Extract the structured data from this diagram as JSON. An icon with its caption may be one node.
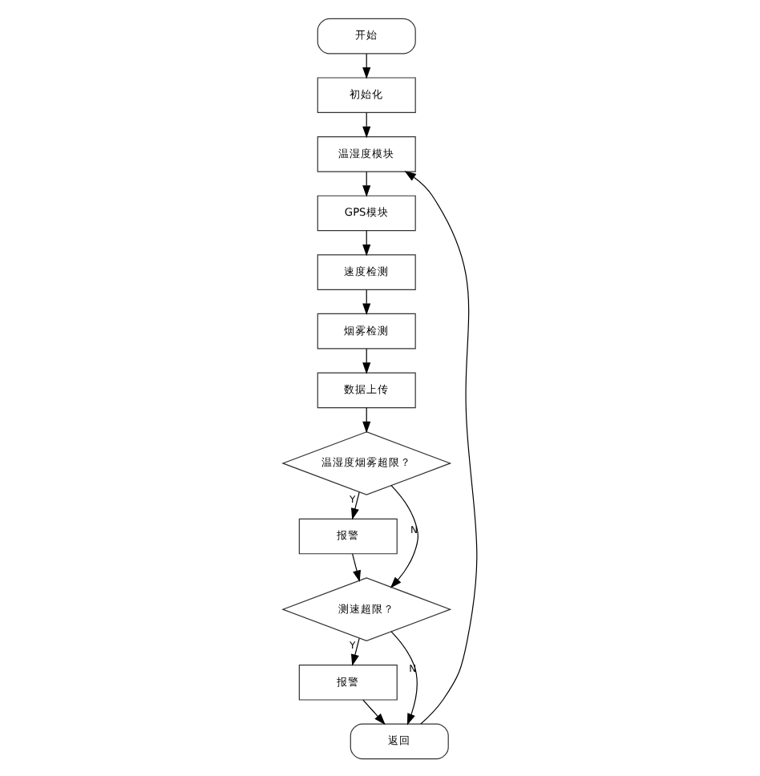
{
  "diagram": {
    "nodes": [
      {
        "text": [
          "开始"
        ]
      },
      {
        "text": [
          "初始化"
        ]
      },
      {
        "text": [
          "温湿度模块"
        ]
      },
      {
        "text": [
          "GPS模块"
        ]
      },
      {
        "text": [
          "速度检测"
        ]
      },
      {
        "text": [
          "烟雾检测"
        ]
      },
      {
        "text": [
          "数据上传"
        ]
      },
      {
        "text": [
          "温湿度烟雾超限？"
        ]
      },
      {
        "text": [
          "报警"
        ]
      },
      {
        "text": [
          "测速超限？"
        ]
      },
      {
        "text": [
          "报警"
        ]
      },
      {
        "text": [
          "返回"
        ]
      }
    ],
    "edges": [
      {
        "from": 0,
        "to": 1,
        "arrow": "to"
      },
      {
        "from": 1,
        "to": 2,
        "arrow": "to"
      },
      {
        "from": 2,
        "to": 3,
        "arrow": "to"
      },
      {
        "from": 3,
        "to": 4,
        "arrow": "to"
      },
      {
        "from": 4,
        "to": 5,
        "arrow": "to"
      },
      {
        "from": 5,
        "to": 6,
        "arrow": "to"
      },
      {
        "from": 6,
        "to": 7,
        "arrow": "to"
      },
      {
        "from": 7,
        "to": 8,
        "label": "Y",
        "arrow": "to"
      },
      {
        "from": 7,
        "to": 9,
        "label": "N",
        "arrow": "to"
      },
      {
        "from": 8,
        "to": 9,
        "arrow": "to"
      },
      {
        "from": 9,
        "to": 10,
        "label": "Y",
        "arrow": "to"
      },
      {
        "from": 9,
        "to": 11,
        "label": "N",
        "arrow": "to"
      },
      {
        "from": 10,
        "to": 11,
        "arrow": "to"
      },
      {
        "from": 11,
        "to": 2,
        "arrow": "to"
      }
    ]
  }
}
